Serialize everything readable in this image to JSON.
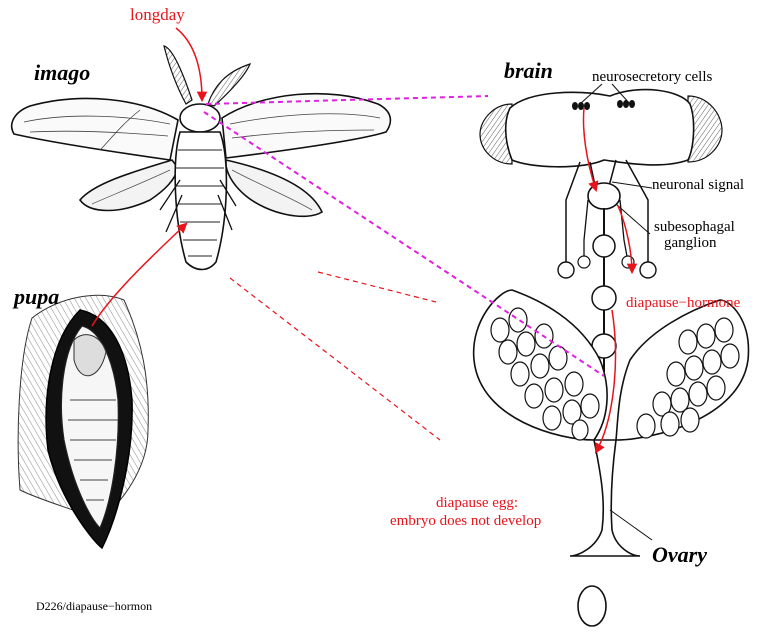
{
  "labels": {
    "longday": "longday",
    "imago": "imago",
    "brain": "brain",
    "pupa": "pupa",
    "neurosecretory": "neurosecretory cells",
    "neuronal_signal": "neuronal signal",
    "subesophagal_1": "subesophagal",
    "subesophagal_2": "ganglion",
    "diapause_hormone": "diapause−hormone",
    "diapause_egg_1": "diapause egg:",
    "diapause_egg_2": "embryo does not develop",
    "ovary": "Ovary",
    "footer": "D226/diapause−hormon"
  },
  "colors": {
    "red": "#e8141b",
    "magenta": "#e020e0",
    "black": "#000000"
  }
}
